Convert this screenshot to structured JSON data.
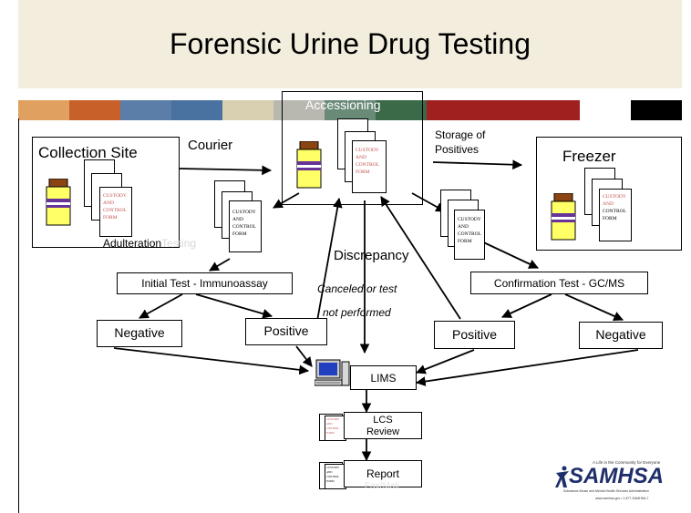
{
  "title": "Forensic Urine Drug Testing",
  "colors": {
    "title_bg": "#f3eddd",
    "stripe": [
      "#e0a060",
      "#c8602a",
      "#5a7ea8",
      "#4a72a0",
      "#d8d0b0",
      "#b8b8b0",
      "#6a8a78",
      "#3a6a48",
      "#a02020",
      "#a02020",
      "#a02020",
      "#ffffff",
      "#000000"
    ],
    "form_red": "#c0504d",
    "bottle_yellow": "#ffff66",
    "bottle_cap": "#8b4513",
    "bottle_band": "#663399"
  },
  "nodes": {
    "collection_site": "Collection Site",
    "courier": "Courier",
    "accessioning": "Accessioning",
    "storage": "Storage of\nPositives",
    "freezer": "Freezer",
    "adulteration": "Adulteration",
    "adulteration_faint": "Testing",
    "discrepancy": "Discrepancy",
    "canceled_1": "Canceled or test",
    "canceled_2": "not performed",
    "initial_test": "Initial Test - Immunoassay",
    "confirmation_test": "Confirmation Test - GC/MS",
    "negative_left": "Negative",
    "positive_left": "Positive",
    "positive_right": "Positive",
    "negative_right": "Negative",
    "lims": "LIMS",
    "lcs_review": "LCS\nReview",
    "report": "Report",
    "report_faint": "Fax/Mail"
  },
  "form": {
    "red": "CUSTODY\nAND\nCONTROL\nFORM",
    "black": "CUSTODY\nAND\nCONTROL\nFORM",
    "mixed_red": "CUSTODY\nAND",
    "mixed_black": "CONTROL\nFORM",
    "tiny": "CUSTODY\nAND\nCONTROL\nFORM"
  },
  "logo": {
    "tagline": "A Life in the Community for Everyone",
    "name": "SAMHSA",
    "sub": "Substance Abuse and Mental Health Services Administration",
    "url": "www.samhsa.gov • 1-877-SAMHSA-7"
  }
}
